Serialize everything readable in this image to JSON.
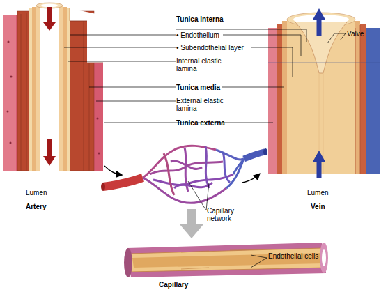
{
  "diagram": {
    "labels": [
      "Tunica interna",
      "• Endothelium",
      "• Subendothelial layer",
      "Internal elastic lamina",
      "Tunica media",
      "External elastic lamina",
      "Tunica externa",
      "Valve",
      "Lumen",
      "Artery",
      "Capillary network",
      "Lumen",
      "Vein",
      "Endothelial cells",
      "Capillary"
    ]
  }
}
